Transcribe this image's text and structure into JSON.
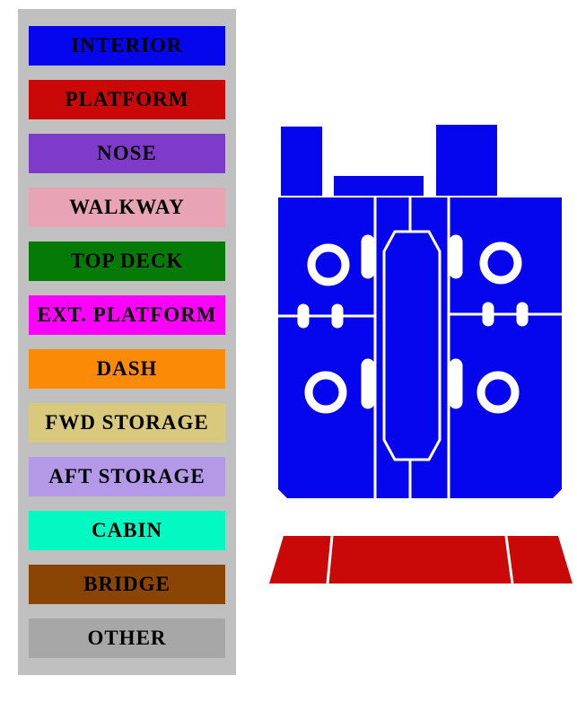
{
  "legend": {
    "panel_color": "#c0c0c0",
    "items": [
      {
        "label": "INTERIOR",
        "color": "#0505ee"
      },
      {
        "label": "PLATFORM",
        "color": "#cb0808"
      },
      {
        "label": "NOSE",
        "color": "#7e3bca"
      },
      {
        "label": "WALKWAY",
        "color": "#e8a4b5"
      },
      {
        "label": "TOP DECK",
        "color": "#067a06"
      },
      {
        "label": "EXT. PLATFORM",
        "color": "#fb02fb"
      },
      {
        "label": "DASH",
        "color": "#fb8b06"
      },
      {
        "label": "FWD STORAGE",
        "color": "#d8c97d"
      },
      {
        "label": "AFT STORAGE",
        "color": "#b399e8"
      },
      {
        "label": "CABIN",
        "color": "#02f9c1"
      },
      {
        "label": "BRIDGE",
        "color": "#8a4505"
      },
      {
        "label": "OTHER",
        "color": "#a7a7a7"
      }
    ]
  },
  "diagram": {
    "interior_color": "#0505ee",
    "platform_color": "#cb0808",
    "seam_color": "#ffffff",
    "cutout_color": "#ffffff"
  }
}
